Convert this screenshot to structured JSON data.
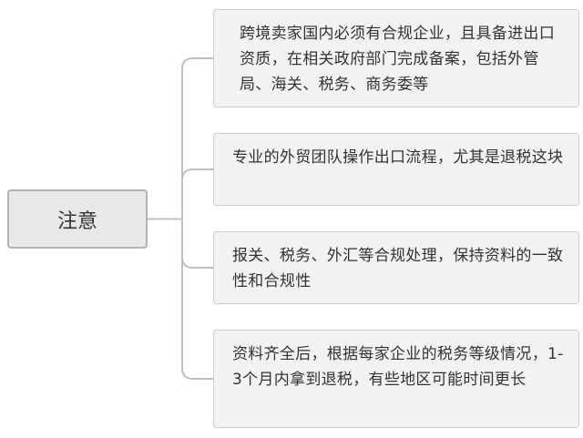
{
  "root": {
    "label": "注意"
  },
  "branches": [
    {
      "text": "跨境卖家国内必须有合规企业，且具备进出口资质，在相关政府部门完成备案，包括外管局、海关、税务、商务委等"
    },
    {
      "text": "专业的外贸团队操作出口流程，尤其是退税这块"
    },
    {
      "text": "报关、税务、外汇等合规处理，保持资料的一致性和合规性"
    },
    {
      "text": "资料齐全后，根据每家企业的税务等级情况，1-3个月内拿到退税，有些地区可能时间更长"
    }
  ],
  "colors": {
    "connector": "#c0c0c0",
    "root_fill": "#e8e8e8",
    "root_border": "#b3b3b3",
    "branch_fill": "#f2f2f2",
    "branch_border": "#cfcfcf",
    "text": "#333333"
  }
}
